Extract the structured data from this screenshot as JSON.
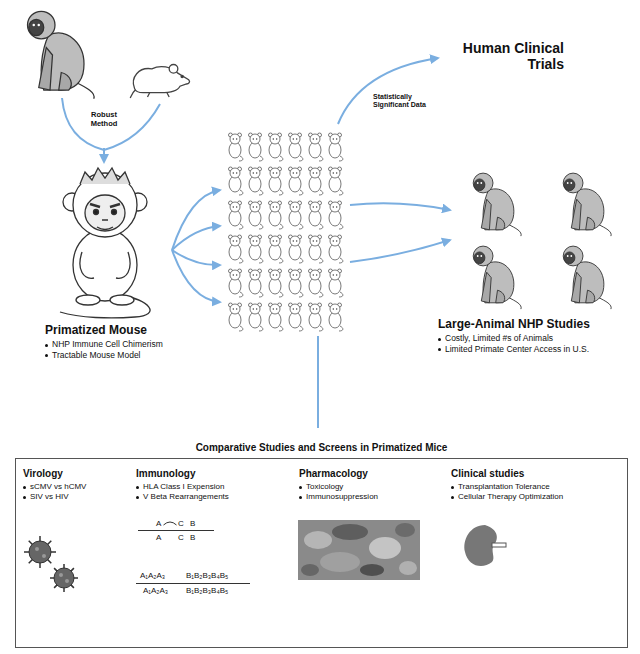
{
  "diagram": {
    "nodes": [
      {
        "text": [
          "Primatized Mouse",
          "NHP Immune Cell Chimerism",
          "Tractable Mouse Model"
        ]
      },
      {
        "text": [
          "Large-Animal NHP Studies",
          "Costly, Limited #s of Animals",
          "Limited Primate Center Access in U.S."
        ]
      },
      {
        "text": [
          "Comparative Studies and Screens in Primatized Mice"
        ]
      },
      {
        "text": [
          "Virology",
          "sCMV vs hCMV",
          "SIV vs HIV"
        ],
        "in": 2
      },
      {
        "text": [
          "Immunology",
          "HLA Class I Expension",
          "V Beta Rearrangements"
        ],
        "in": 2
      },
      {
        "text": [
          "Pharmacology",
          "Toxicology",
          "Immunosuppression"
        ],
        "in": 2
      },
      {
        "text": [
          "Clinical studies",
          "Transplantation Tolerance",
          "Cellular Therapy Optimization"
        ],
        "in": 2
      }
    ],
    "labels": [
      "Robust Method",
      "Human Clinical Trials",
      "Statistically Significant Data",
      "A",
      "C",
      "B",
      "A",
      "C",
      "B",
      "A₁A₂A₃",
      "B₁B₂B₃B₄B₅",
      "A₁A₂A₃",
      "B₁B₂B₃B₄B₅"
    ]
  }
}
